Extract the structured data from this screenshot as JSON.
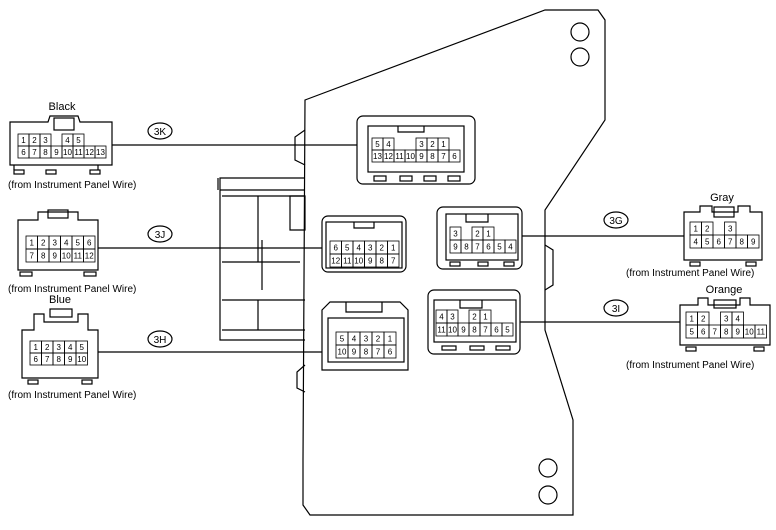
{
  "connectors": {
    "c3K": {
      "id": "3K",
      "color": "Black",
      "note": "(from Instrument Panel Wire)",
      "row1": [
        "1",
        "2",
        "3",
        "",
        "4",
        "5"
      ],
      "row2": [
        "6",
        "7",
        "8",
        "9",
        "10",
        "11",
        "12",
        "13"
      ],
      "block_row1": [
        "5",
        "4",
        "",
        "",
        "3",
        "2",
        "1"
      ],
      "block_row2": [
        "13",
        "12",
        "11",
        "10",
        "9",
        "8",
        "7",
        "6"
      ]
    },
    "c3J": {
      "id": "3J",
      "note": "(from Instrument Panel Wire)",
      "row1": [
        "1",
        "2",
        "3",
        "4",
        "5",
        "6"
      ],
      "row2": [
        "7",
        "8",
        "9",
        "10",
        "11",
        "12"
      ],
      "block_row1": [
        "6",
        "5",
        "4",
        "3",
        "2",
        "1"
      ],
      "block_row2": [
        "12",
        "11",
        "10",
        "9",
        "8",
        "7"
      ]
    },
    "c3H": {
      "id": "3H",
      "color": "Blue",
      "note": "(from Instrument Panel Wire)",
      "row1": [
        "1",
        "2",
        "3",
        "4",
        "5"
      ],
      "row2": [
        "6",
        "7",
        "8",
        "9",
        "10"
      ],
      "block_row1": [
        "5",
        "4",
        "3",
        "2",
        "1"
      ],
      "block_row2": [
        "10",
        "9",
        "8",
        "7",
        "6"
      ]
    },
    "c3G": {
      "id": "3G",
      "color": "Gray",
      "note": "(from Instrument Panel Wire)",
      "row1": [
        "1",
        "2",
        "",
        "3"
      ],
      "row2": [
        "4",
        "5",
        "6",
        "7",
        "8",
        "9"
      ],
      "block_row1": [
        "3",
        "",
        "2",
        "1"
      ],
      "block_row2": [
        "9",
        "8",
        "7",
        "6",
        "5",
        "4"
      ]
    },
    "c3I": {
      "id": "3I",
      "color": "Orange",
      "note": "(from Instrument Panel Wire)",
      "row1": [
        "1",
        "2",
        "",
        "3",
        "4"
      ],
      "row2": [
        "5",
        "6",
        "7",
        "8",
        "9",
        "10",
        "11"
      ],
      "block_row1": [
        "4",
        "3",
        "",
        "2",
        "1"
      ],
      "block_row2": [
        "11",
        "10",
        "9",
        "8",
        "7",
        "6",
        "5"
      ]
    }
  }
}
